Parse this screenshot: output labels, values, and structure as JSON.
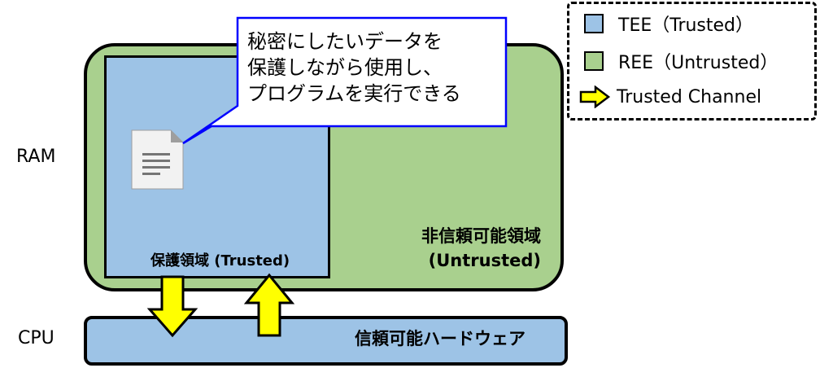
{
  "labels": {
    "ram": "RAM",
    "cpu": "CPU"
  },
  "regions": {
    "ree_label_line1": "非信頼可能領域",
    "ree_label_line2": "(Untrusted)",
    "tee_label": "保護領域 (Trusted)",
    "cpu_label": "信頼可能ハードウェア"
  },
  "callout": {
    "lines": [
      "秘密にしたいデータを",
      "保護しながら使用し、",
      "プログラムを実行できる"
    ]
  },
  "legend": {
    "items": [
      {
        "label": "TEE（Trusted）",
        "color": "#9dc3e6",
        "kind": "swatch"
      },
      {
        "label": "REE（Untrusted）",
        "color": "#a9d08e",
        "kind": "swatch"
      },
      {
        "label": "Trusted Channel",
        "color": "#ffff00",
        "kind": "arrow"
      }
    ]
  },
  "colors": {
    "tee": "#9dc3e6",
    "ree": "#a9d08e",
    "channel": "#ffff00",
    "callout_border": "#0000ff"
  },
  "icons": {
    "document": "document-icon",
    "arrow": "arrow-icon"
  }
}
